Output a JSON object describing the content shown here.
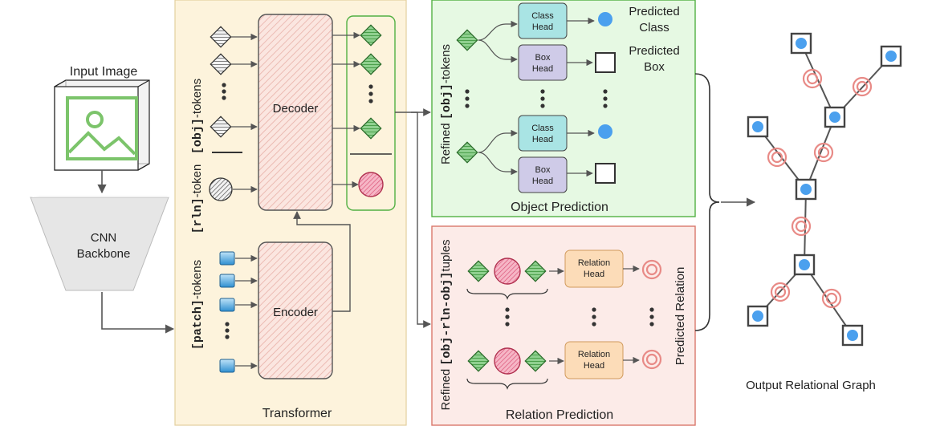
{
  "input": {
    "title": "Input Image",
    "icon": "image-icon"
  },
  "backbone": {
    "line1": "CNN",
    "line2": "Backbone"
  },
  "transformer": {
    "title": "Transformer",
    "decoder_label": "Decoder",
    "encoder_label": "Encoder",
    "obj_tokens": {
      "code": "[obj]",
      "suffix": "-tokens"
    },
    "rln_token": {
      "code": "[rln]",
      "suffix": "-token"
    },
    "patch_tokens": {
      "code": "[patch]",
      "suffix": "-tokens"
    },
    "fill_color": "#fdf3dc",
    "hatch_color": "#e8b0a8"
  },
  "object_prediction": {
    "title": "Object Prediction",
    "side_label": {
      "prefix": "Refined ",
      "code": "[obj]",
      "suffix": "-tokens"
    },
    "class_head": "Class Head",
    "box_head": "Box Head",
    "predicted_class": "Predicted Class",
    "predicted_box": "Predicted Box",
    "fill_color": "#e6f9e3",
    "border_color": "#52b043"
  },
  "relation_prediction": {
    "title": "Relation Prediction",
    "side_label": {
      "prefix": "Refined ",
      "code": "[obj-rln-obj]",
      "suffix": "tuples"
    },
    "relation_head": "Relation Head",
    "predicted_relation": "Predicted Relation",
    "fill_color": "#fcebe8",
    "border_color": "#d9786b"
  },
  "output": {
    "title": "Output Relational Graph"
  },
  "colors": {
    "obj_token": "#5bb45b",
    "rln_token": "#e57a96",
    "patch_token": "#4fa4dc",
    "class_head": "#a9e4e4",
    "box_head": "#cfcbe8",
    "relation_head": "#fcdcb8",
    "node_dot": "#4ba0ee",
    "relation_ring": "#e88a86"
  }
}
